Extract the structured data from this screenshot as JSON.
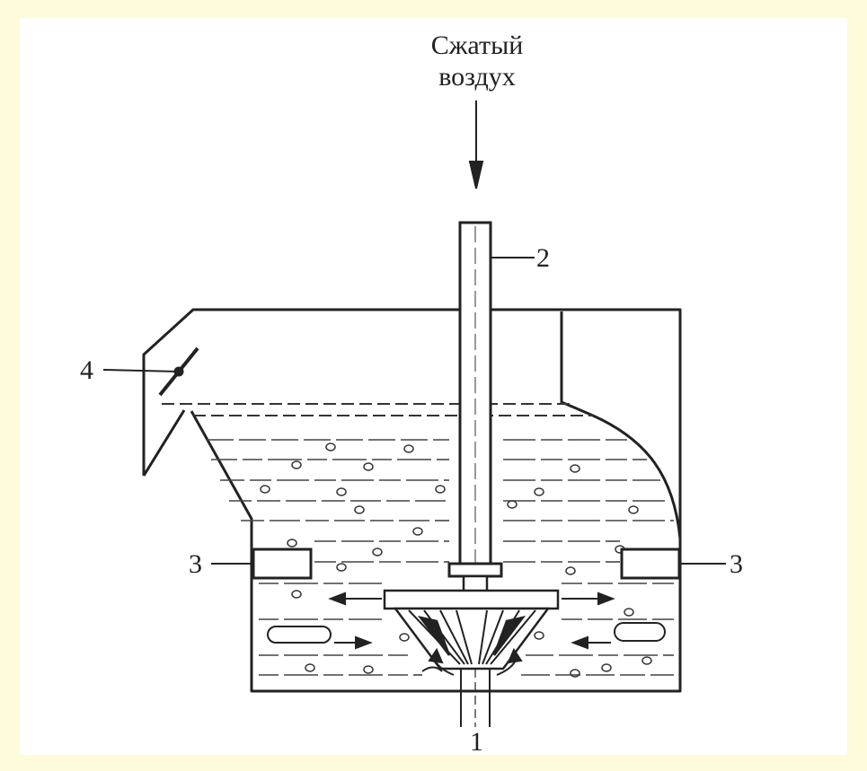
{
  "diagram": {
    "inlet_label_line1": "Сжатый",
    "inlet_label_line2": "воздух",
    "label_1": "1",
    "label_2": "2",
    "label_3_left": "3",
    "label_3_right": "3",
    "label_4": "4"
  },
  "colors": {
    "background": "#fdfbd9",
    "panel": "#ffffff",
    "ink": "#222222"
  }
}
